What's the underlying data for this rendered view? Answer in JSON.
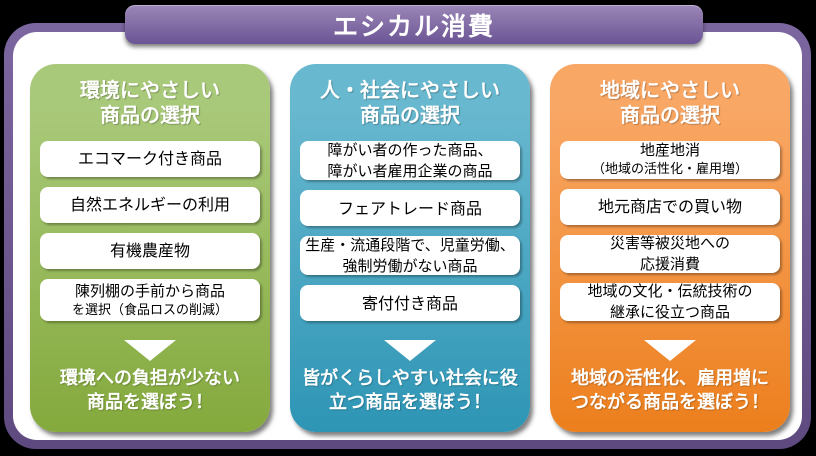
{
  "banner": {
    "label": "エシカル消費",
    "color_top": "#9b87b7",
    "color_bottom": "#6b5494"
  },
  "frame": {
    "border_top_color": "#7c66a0",
    "border_bottom_color": "#5e4a7f",
    "fill": "#ffffff",
    "outside_background": "#000000"
  },
  "columns": [
    {
      "id": "environment",
      "header_lines": [
        "環境にやさしい",
        "商品の選択"
      ],
      "colors": {
        "top": "#a9c97a",
        "bottom": "#84a93c"
      },
      "items": [
        {
          "lines": [
            {
              "text": "エコマーク付き商品",
              "small": false
            }
          ]
        },
        {
          "lines": [
            {
              "text": "自然エネルギーの利用",
              "small": false
            }
          ]
        },
        {
          "lines": [
            {
              "text": "有機農産物",
              "small": false
            }
          ]
        },
        {
          "lines": [
            {
              "text": "陳列棚の手前から商品",
              "small": false
            },
            {
              "text": "を選択（食品ロスの削減）",
              "small": true
            }
          ]
        }
      ],
      "arrow_icon": "down-triangle",
      "conclusion_lines": [
        "環境への負担が少ない",
        "商品を選ぼう！"
      ]
    },
    {
      "id": "people-society",
      "header_lines": [
        "人・社会にやさしい",
        "商品の選択"
      ],
      "colors": {
        "top": "#68b8cf",
        "bottom": "#2e95b5"
      },
      "items": [
        {
          "lines": [
            {
              "text": "障がい者の作った商品、",
              "small": false
            },
            {
              "text": "障がい者雇用企業の商品",
              "small": false
            }
          ]
        },
        {
          "lines": [
            {
              "text": "フェアトレード商品",
              "small": false
            }
          ]
        },
        {
          "lines": [
            {
              "text": "生産・流通段階で、児童労働、",
              "small": false
            },
            {
              "text": "強制労働がない商品",
              "small": false
            }
          ]
        },
        {
          "lines": [
            {
              "text": "寄付付き商品",
              "small": false
            }
          ]
        }
      ],
      "arrow_icon": "down-triangle",
      "conclusion_lines": [
        "皆がくらしやすい社会に役",
        "立つ商品を選ぼう！"
      ]
    },
    {
      "id": "local-community",
      "header_lines": [
        "地域にやさしい",
        "商品の選択"
      ],
      "colors": {
        "top": "#f9a765",
        "bottom": "#ec7f1d"
      },
      "items": [
        {
          "lines": [
            {
              "text": "地産地消",
              "small": false
            },
            {
              "text": "（地域の活性化・雇用増）",
              "small": true
            }
          ]
        },
        {
          "lines": [
            {
              "text": "地元商店での買い物",
              "small": false
            }
          ]
        },
        {
          "lines": [
            {
              "text": "災害等被災地への",
              "small": false
            },
            {
              "text": "応援消費",
              "small": false
            }
          ]
        },
        {
          "lines": [
            {
              "text": "地域の文化・伝統技術の",
              "small": false
            },
            {
              "text": "継承に役立つ商品",
              "small": false
            }
          ]
        }
      ],
      "arrow_icon": "down-triangle",
      "conclusion_lines": [
        "地域の活性化、雇用増に",
        "つながる商品を選ぼう！"
      ]
    }
  ]
}
